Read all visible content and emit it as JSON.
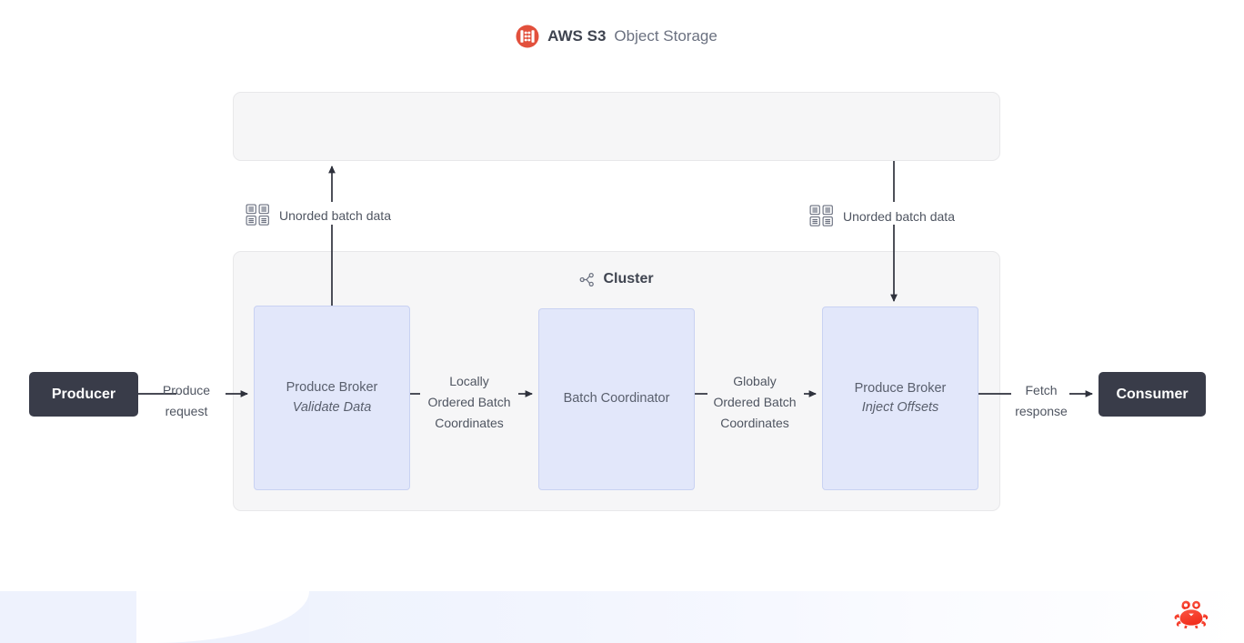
{
  "diagram": {
    "storage": {
      "icon": "aws-s3-icon",
      "brand": "AWS S3",
      "subject": "Object Storage",
      "accent_color": "#e2503c"
    },
    "cluster": {
      "icon": "cluster-network-icon",
      "label": "Cluster",
      "nodes": [
        {
          "id": "produce-broker-validate",
          "title": "Produce Broker",
          "subtitle": "Validate Data"
        },
        {
          "id": "batch-coordinator",
          "title": "Batch Coordinator",
          "subtitle": ""
        },
        {
          "id": "produce-broker-inject",
          "title": "Produce Broker",
          "subtitle": "Inject Offsets"
        }
      ],
      "node_fill": "#e2e7fa",
      "node_border": "#c9d2f2"
    },
    "endpoints": {
      "producer": "Producer",
      "consumer": "Consumer",
      "fill": "#393c49"
    },
    "edges": {
      "produce_request": [
        "Produce",
        "request"
      ],
      "locally_ordered": [
        "Locally",
        "Ordered Batch",
        "Coordinates"
      ],
      "globaly_ordered": [
        "Globaly",
        "Ordered Batch",
        "Coordinates"
      ],
      "fetch_response": [
        "Fetch",
        "response"
      ],
      "unordered_left": "Unorded batch data",
      "unordered_right": "Unorded batch data",
      "storage_icon": "database-grid-icon"
    },
    "branding": {
      "logo": "crab-logo",
      "logo_color": "#f4402f"
    }
  }
}
